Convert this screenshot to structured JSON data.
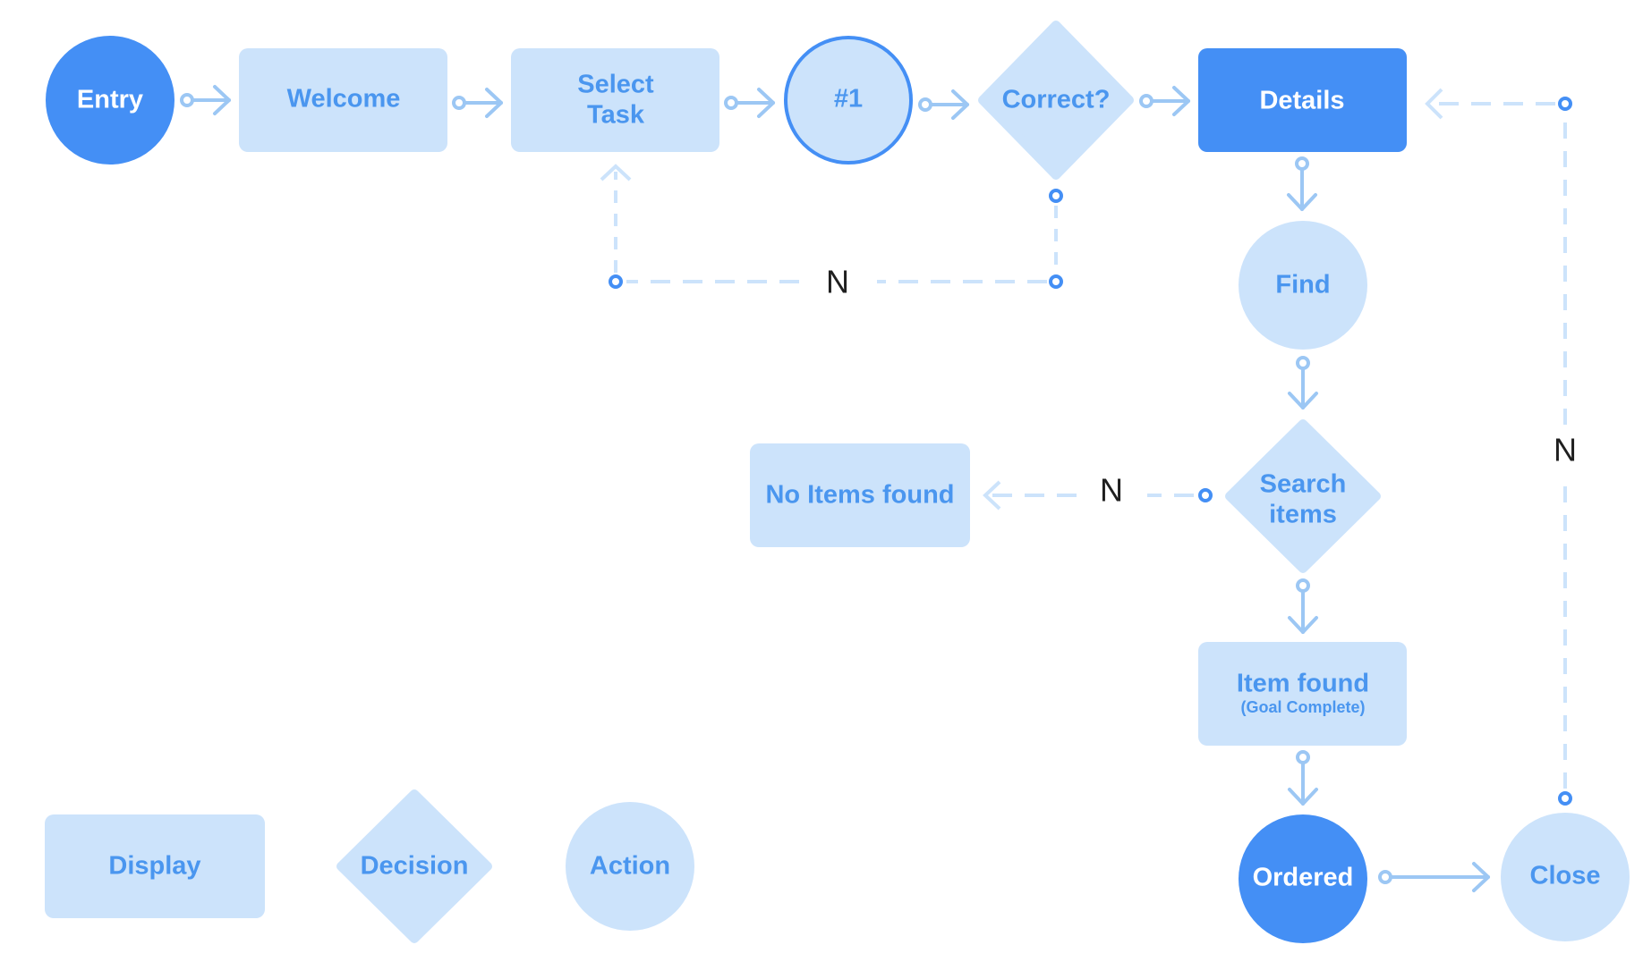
{
  "colors": {
    "light_fill": "#cce3fb",
    "dark_fill": "#448ff5",
    "light_text": "#4a96ef",
    "dark_text": "#ffffff",
    "connector": "#9cc7f4",
    "dot": "#448ff5",
    "edge_label": "#1f1f1f"
  },
  "nodes": {
    "entry": "Entry",
    "welcome": "Welcome",
    "select_task_1": "Select",
    "select_task_2": "Task",
    "step_one": "#1",
    "correct": "Correct?",
    "details": "Details",
    "find": "Find",
    "search_items_1": "Search",
    "search_items_2": "items",
    "no_items_found": "No Items found",
    "item_found": "Item found",
    "item_found_sub": "(Goal Complete)",
    "ordered": "Ordered",
    "close": "Close"
  },
  "edge_labels": {
    "correct_no": "N",
    "search_no": "N",
    "close_no": "N"
  },
  "legend": {
    "display": "Display",
    "decision": "Decision",
    "action": "Action"
  }
}
